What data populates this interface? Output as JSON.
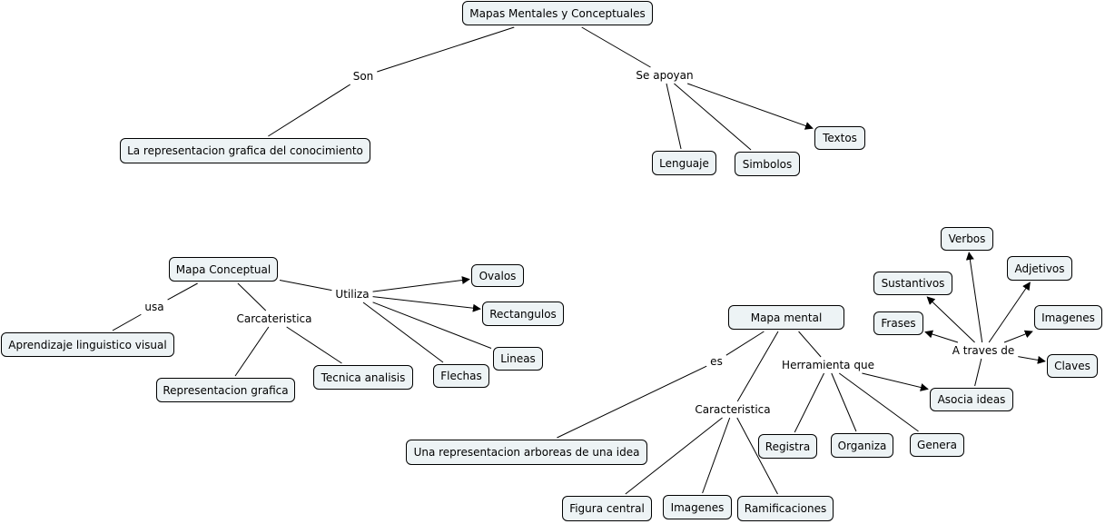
{
  "title": "Mapas Mentales y Conceptuales",
  "concepts": {
    "root": "Mapas Mentales y Conceptuales",
    "rep_grafica_conocimiento": "La representacion grafica del conocimiento",
    "lenguaje": "Lenguaje",
    "simbolos": "Simbolos",
    "textos": "Textos",
    "mapa_conceptual": "Mapa Conceptual",
    "aprendizaje": "Aprendizaje linguistico visual",
    "representacion_grafica": "Representacion grafica",
    "tecnica_analisis": "Tecnica analisis",
    "ovalos": "Ovalos",
    "rectangulos": "Rectangulos",
    "lineas": "Lineas",
    "flechas": "Flechas",
    "mapa_mental": "Mapa mental",
    "arboreas": "Una representacion arboreas de una idea",
    "figura_central": "Figura central",
    "imagenes_mm": "Imagenes",
    "ramificaciones": "Ramificaciones",
    "registra": "Registra",
    "organiza": "Organiza",
    "genera": "Genera",
    "asocia_ideas": "Asocia ideas",
    "verbos": "Verbos",
    "sustantivos": "Sustantivos",
    "adjetivos": "Adjetivos",
    "frases": "Frases",
    "imagenes_at": "Imagenes",
    "claves": "Claves"
  },
  "linking_phrases": {
    "son": "Son",
    "se_apoyan": "Se apoyan",
    "usa": "usa",
    "carcateristica": "Carcateristica",
    "utiliza": "Utiliza",
    "es": "es",
    "caracteristica": "Caracteristica",
    "herramienta_que": "Herramienta que",
    "a_traves_de": "A traves de"
  },
  "connections": [
    {
      "from": "root",
      "to": "son",
      "arrow": false
    },
    {
      "from": "son",
      "to": "rep_grafica_conocimiento",
      "arrow": false
    },
    {
      "from": "root",
      "to": "se_apoyan",
      "arrow": false
    },
    {
      "from": "se_apoyan",
      "to": "lenguaje",
      "arrow": false
    },
    {
      "from": "se_apoyan",
      "to": "simbolos",
      "arrow": false
    },
    {
      "from": "se_apoyan",
      "to": "textos",
      "arrow": true
    },
    {
      "from": "mapa_conceptual",
      "to": "usa",
      "arrow": false
    },
    {
      "from": "usa",
      "to": "aprendizaje",
      "arrow": false
    },
    {
      "from": "mapa_conceptual",
      "to": "carcateristica",
      "arrow": false
    },
    {
      "from": "carcateristica",
      "to": "representacion_grafica",
      "arrow": false
    },
    {
      "from": "carcateristica",
      "to": "tecnica_analisis",
      "arrow": false
    },
    {
      "from": "mapa_conceptual",
      "to": "utiliza",
      "arrow": false
    },
    {
      "from": "utiliza",
      "to": "ovalos",
      "arrow": true
    },
    {
      "from": "utiliza",
      "to": "rectangulos",
      "arrow": true
    },
    {
      "from": "utiliza",
      "to": "lineas",
      "arrow": false
    },
    {
      "from": "utiliza",
      "to": "flechas",
      "arrow": false
    },
    {
      "from": "mapa_mental",
      "to": "es",
      "arrow": false
    },
    {
      "from": "es",
      "to": "arboreas",
      "arrow": false
    },
    {
      "from": "mapa_mental",
      "to": "caracteristica",
      "arrow": false
    },
    {
      "from": "caracteristica",
      "to": "figura_central",
      "arrow": false
    },
    {
      "from": "caracteristica",
      "to": "imagenes_mm",
      "arrow": false
    },
    {
      "from": "caracteristica",
      "to": "ramificaciones",
      "arrow": false
    },
    {
      "from": "mapa_mental",
      "to": "herramienta_que",
      "arrow": false
    },
    {
      "from": "herramienta_que",
      "to": "registra",
      "arrow": false
    },
    {
      "from": "herramienta_que",
      "to": "organiza",
      "arrow": false
    },
    {
      "from": "herramienta_que",
      "to": "genera",
      "arrow": false
    },
    {
      "from": "herramienta_que",
      "to": "asocia_ideas",
      "arrow": true
    },
    {
      "from": "asocia_ideas",
      "to": "a_traves_de",
      "arrow": false
    },
    {
      "from": "a_traves_de",
      "to": "verbos",
      "arrow": true
    },
    {
      "from": "a_traves_de",
      "to": "sustantivos",
      "arrow": true
    },
    {
      "from": "a_traves_de",
      "to": "adjetivos",
      "arrow": true
    },
    {
      "from": "a_traves_de",
      "to": "frases",
      "arrow": true
    },
    {
      "from": "a_traves_de",
      "to": "imagenes_at",
      "arrow": true
    },
    {
      "from": "a_traves_de",
      "to": "claves",
      "arrow": true
    }
  ]
}
